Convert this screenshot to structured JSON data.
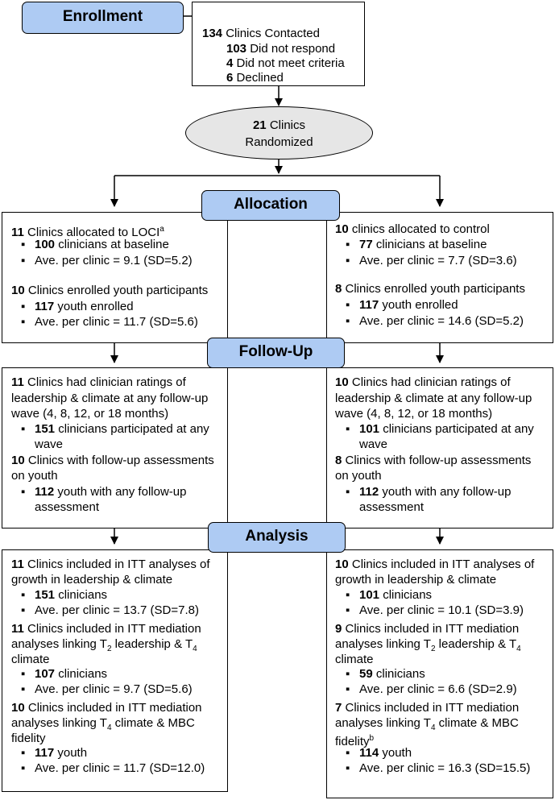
{
  "stages": {
    "enrollment": "Enrollment",
    "allocation": "Allocation",
    "followup": "Follow-Up",
    "analysis": "Analysis"
  },
  "enrollment_box": {
    "contacted_n": "134",
    "contacted": "Clinics Contacted",
    "noresp_n": "103",
    "noresp": "Did not respond",
    "criteria_n": "4",
    "criteria": "Did not meet criteria",
    "declined_n": "6",
    "declined": "Declined"
  },
  "randomized": {
    "n": "21",
    "line1": "Clinics",
    "line2": "Randomized"
  },
  "allocation": {
    "left": {
      "h1_n": "11",
      "h1": "Clinics allocated to LOCI",
      "h1_sup": "a",
      "b1_n": "100",
      "b1": "clinicians at baseline",
      "b2": "Ave. per clinic = 9.1 (SD=5.2)",
      "h2_n": "10",
      "h2": "Clinics enrolled youth participants",
      "b3_n": "117",
      "b3": "youth enrolled",
      "b4": "Ave. per clinic = 11.7 (SD=5.6)"
    },
    "right": {
      "h1_n": "10",
      "h1": "clinics allocated to control",
      "b1_n": "77",
      "b1": "clinicians at baseline",
      "b2": "Ave. per clinic = 7.7 (SD=3.6)",
      "h2_n": "8",
      "h2": "Clinics enrolled youth participants",
      "b3_n": "117",
      "b3": "youth enrolled",
      "b4": "Ave. per clinic = 14.6 (SD=5.2)"
    }
  },
  "followup": {
    "left": {
      "h1_n": "11",
      "h1a": "Clinics had clinician ratings of",
      "h1b": "leadership & climate at any follow-up",
      "h1c": "wave (4, 8, 12, or 18 months)",
      "b1_n": "151",
      "b1a": "clinicians participated at any",
      "b1b": "wave",
      "h2_n": "10",
      "h2a": "Clinics with follow-up assessments",
      "h2b": "on youth",
      "b2_n": "112",
      "b2a": "youth with any follow-up",
      "b2b": "assessment"
    },
    "right": {
      "h1_n": "10",
      "h1a": "Clinics had clinician ratings of",
      "h1b": "leadership & climate at any follow-up",
      "h1c": "wave (4, 8, 12, or 18 months)",
      "b1_n": "101",
      "b1a": "clinicians participated at any",
      "b1b": "wave",
      "h2_n": "8",
      "h2a": "Clinics with follow-up assessments",
      "h2b": "on youth",
      "b2_n": "112",
      "b2a": "youth with any follow-up",
      "b2b": "assessment"
    }
  },
  "analysis": {
    "left": {
      "h1_n": "11",
      "h1a": "Clinics included in ITT analyses of",
      "h1b": "growth in leadership & climate",
      "b1_n": "151",
      "b1": "clinicians",
      "b2": "Ave. per clinic = 13.7 (SD=7.8)",
      "h2_n": "11",
      "h2a": "Clinics included in ITT mediation",
      "h2b_pre": "analyses linking T",
      "h2b_sub1": "2",
      "h2b_mid": " leadership & T",
      "h2b_sub2": "4",
      "h2c": "climate",
      "b3_n": "107",
      "b3": "clinicians",
      "b4": "Ave. per clinic = 9.7 (SD=5.6)",
      "h3_n": "10",
      "h3a": "Clinics included in ITT mediation",
      "h3b_pre": "analyses linking T",
      "h3b_sub": "4",
      "h3b_post": " climate & MBC",
      "h3c": "fidelity",
      "b5_n": "117",
      "b5": "youth",
      "b6": "Ave. per clinic = 11.7 (SD=12.0)"
    },
    "right": {
      "h1_n": "10",
      "h1a": "Clinics included in ITT analyses of",
      "h1b": "growth in leadership & climate",
      "b1_n": "101",
      "b1": "clinicians",
      "b2": "Ave. per clinic = 10.1 (SD=3.9)",
      "h2_n": "9",
      "h2a": "Clinics included in ITT mediation",
      "h2b_pre": "analyses linking T",
      "h2b_sub1": "2",
      "h2b_mid": " leadership & T",
      "h2b_sub2": "4",
      "h2c": "climate",
      "b3_n": "59",
      "b3": "clinicians",
      "b4": "Ave. per clinic = 6.6 (SD=2.9)",
      "h3_n": "7",
      "h3a": "Clinics included in ITT mediation",
      "h3b_pre": "analyses linking T",
      "h3b_sub": "4",
      "h3b_post": " climate & MBC",
      "h3c": "fidelity",
      "h3c_sup": "b",
      "b5_n": "114",
      "b5": "youth",
      "b6": "Ave. per clinic = 16.3 (SD=15.5)"
    }
  }
}
